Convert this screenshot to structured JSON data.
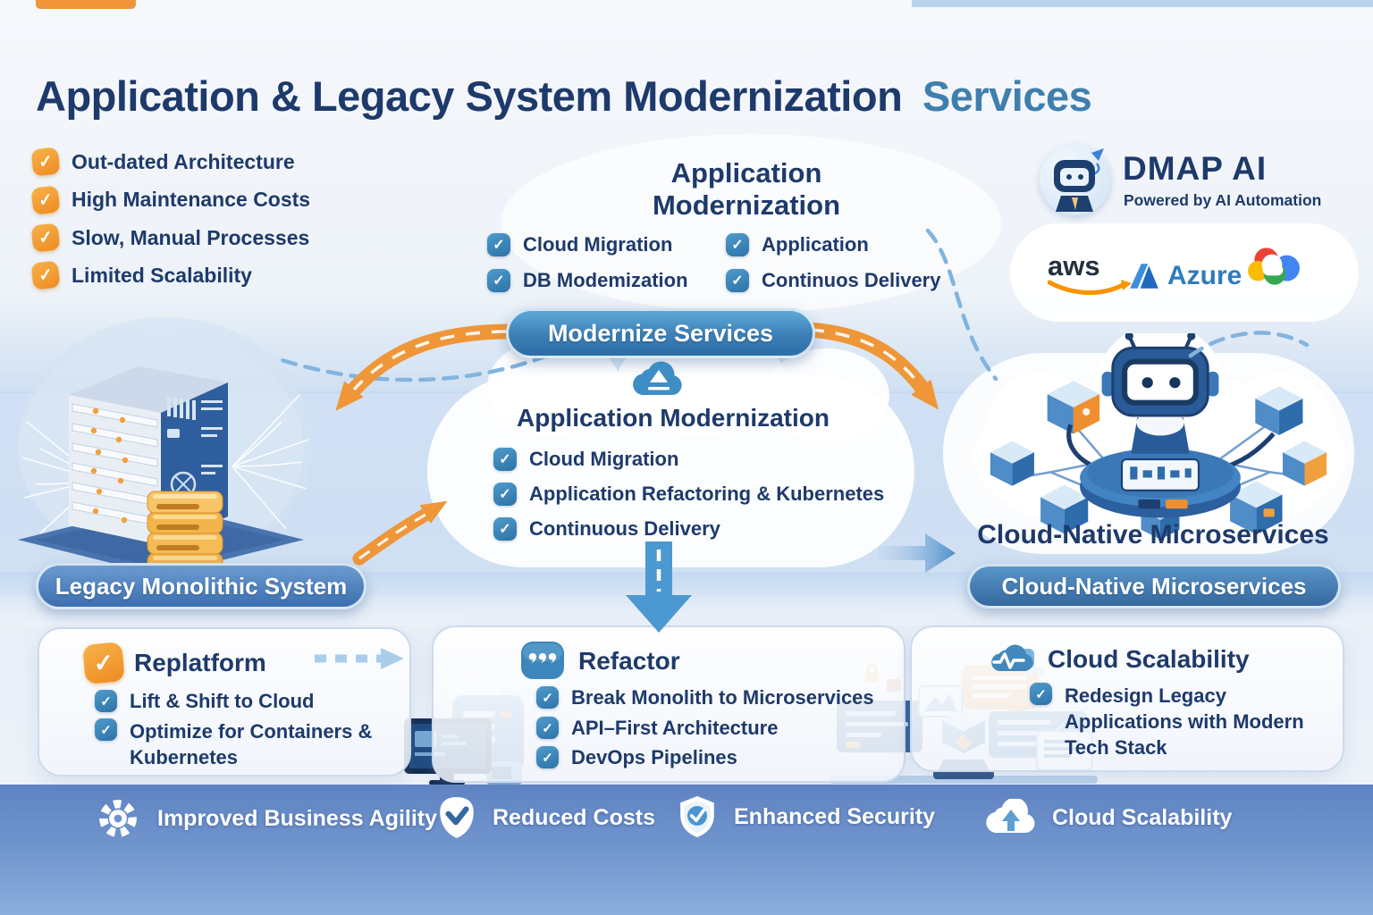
{
  "title": {
    "main": "Application & Legacy System Modernization",
    "accent": "Services"
  },
  "pain_points": [
    "Out-dated Architecture",
    "High Maintenance Costs",
    "Slow, Manual Processes",
    "Limited Scalability"
  ],
  "top_center": {
    "heading": "Application Modernization",
    "items_col1": [
      "Cloud Migration",
      "DB Modemization"
    ],
    "items_col2": [
      "Application",
      "Continuos Delivery"
    ]
  },
  "brand": {
    "name": "DMAP AI",
    "tagline": "Powered by AI Automation",
    "provider_aws": "aws",
    "provider_azure": "Azure"
  },
  "flow": {
    "modernize_pill": "Modernize Services",
    "legacy_pill": "Legacy Monolithic System",
    "microservices_caption": "Cloud-Native Microservices",
    "microservices_pill": "Cloud-Native Microservices"
  },
  "central_cloud": {
    "heading": "Application Modernization",
    "items": [
      "Cloud Migration",
      "Application Refactoring & Kubernetes",
      "Continuous Delivery"
    ]
  },
  "cards": [
    {
      "title": "Replatform",
      "items": [
        "Lift & Shift to Cloud",
        "Optimize for Containers & Kubernetes"
      ]
    },
    {
      "title": "Refactor",
      "items": [
        "Break Monolith to Microservices",
        "API–First Architecture",
        "DevOps Pipelines"
      ]
    },
    {
      "title": "Cloud Scalability",
      "items": [
        "Redesign Legacy Applications with Modern Tech Stack"
      ]
    }
  ],
  "footer": [
    "Improved Business Agility",
    "Reduced Costs",
    "Enhanced Security",
    "Cloud Scalability"
  ],
  "colors": {
    "navy": "#1e3a6b",
    "accent_blue": "#3f7fae",
    "orange": "#f0953a",
    "pill_blue": "#3b7fb6",
    "footer_blue": "#5f83c2"
  }
}
